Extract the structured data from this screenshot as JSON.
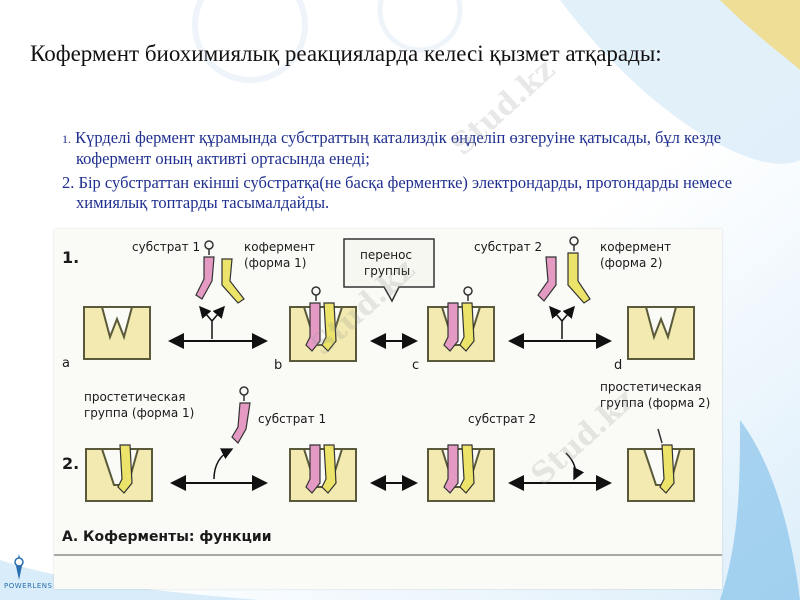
{
  "slide": {
    "title": "Кофермент биохимиялық реакцияларда келесі қызмет атқарады:",
    "points": [
      {
        "number": "1.",
        "text": " Күрделі фермент құрамында субстраттың катализдік өңделіп өзгеруіне қатысады, бұл кезде кофермент оның активті ортасында енеді;"
      },
      {
        "number": "2.",
        "text": " Бір субстраттан екінші субстратқа(не басқа ферментке) электрондарды, протондарды немесе химиялық топтарды тасымалдайды."
      }
    ]
  },
  "figure": {
    "row1_number": "1.",
    "row2_number": "2.",
    "substrate1": "субстрат 1",
    "coenzyme_form1_line1": "кофермент",
    "coenzyme_form1_line2": "(форма 1)",
    "transfer_line1": "перенос",
    "transfer_line2": "группы",
    "substrate2": "субстрат 2",
    "coenzyme_form2_line1": "кофермент",
    "coenzyme_form2_line2": "(форма 2)",
    "label_a": "a",
    "label_b": "b",
    "label_c": "c",
    "label_d": "d",
    "prosthetic1_line1": "простетическая",
    "prosthetic1_line2": "группа (форма 1)",
    "row2_substrate1": "субстрат 1",
    "row2_substrate2": "субстрат 2",
    "prosthetic2_line1": "простетическая",
    "prosthetic2_line2": "группа (форма 2)",
    "caption": "А. Коферменты: функции"
  },
  "watermark": "Stud.kz",
  "logo": "POWERLENS",
  "colors": {
    "title": "#111111",
    "body_text": "#1f2f8f",
    "enzyme_fill": "#f2eab0",
    "enzyme_stroke": "#5a5a3a",
    "substrate": "#e59ac4",
    "coenzyme": "#ece36a",
    "accent_blue": "#2a6fb0"
  }
}
